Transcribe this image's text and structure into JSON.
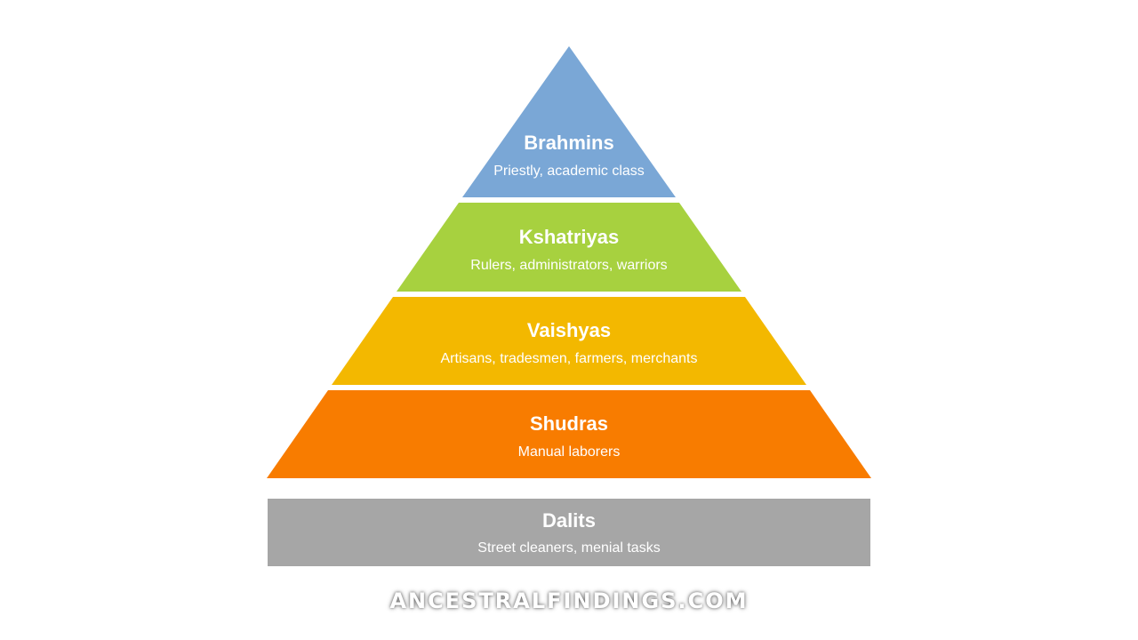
{
  "tiers": [
    {
      "name": "Brahmins",
      "description": "Priestly, academic class",
      "color": "#7aa7d6"
    },
    {
      "name": "Kshatriyas",
      "description": "Rulers, administrators, warriors",
      "color": "#a7d13f"
    },
    {
      "name": "Vaishyas",
      "description": "Artisans, tradesmen, farmers, merchants",
      "color": "#f3b800"
    },
    {
      "name": "Shudras",
      "description": "Manual laborers",
      "color": "#f87c00"
    }
  ],
  "base": {
    "name": "Dalits",
    "description": "Street cleaners, menial tasks",
    "color": "#a6a6a6"
  },
  "watermark": "ANCESTRALFINDINGS.COM"
}
